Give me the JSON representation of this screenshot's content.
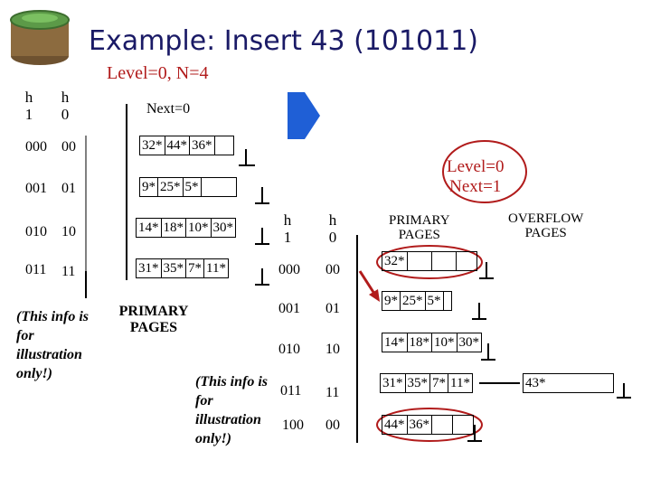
{
  "title": "Example: Insert 43  (101011)",
  "subtitle": "Level=0, N=4",
  "colors": {
    "title": "#1a1a66",
    "accent": "#b11b1b",
    "arrow": "#1f5fd6",
    "icon": "#4f8a3c"
  },
  "left": {
    "header_h1": "h\n1",
    "header_h0": "h\n0",
    "next_label": "Next=0",
    "rows": [
      {
        "h1": "000",
        "h0": "00",
        "bucket": [
          "32*",
          "44*",
          "36*",
          ""
        ]
      },
      {
        "h1": "001",
        "h0": "01",
        "bucket": [
          "9*",
          "25*",
          "5*",
          ""
        ]
      },
      {
        "h1": "010",
        "h0": "10",
        "bucket": [
          "14*",
          "18*",
          "10*",
          "30*"
        ]
      },
      {
        "h1": "011",
        "h0": "11",
        "bucket": [
          "31*",
          "35*",
          "7*",
          "11*"
        ]
      }
    ],
    "note": "(This info is for illustration only!)",
    "primary_pages": "PRIMARY PAGES"
  },
  "right": {
    "status": "Level=0\nNext=1",
    "header_h1": "h\n1",
    "header_h0": "h\n0",
    "primary_pages": "PRIMARY\nPAGES",
    "overflow_pages": "OVERFLOW\nPAGES",
    "note": "(This info is for illustration only!)",
    "rows": [
      {
        "h1": "000",
        "h0": "00",
        "bucket": [
          "32*",
          "",
          "",
          ""
        ]
      },
      {
        "h1": "001",
        "h0": "01",
        "bucket": [
          "9*",
          "25*",
          "5*",
          ""
        ]
      },
      {
        "h1": "010",
        "h0": "10",
        "bucket": [
          "14*",
          "18*",
          "10*",
          "30*"
        ]
      },
      {
        "h1": "011",
        "h0": "11",
        "bucket": [
          "31*",
          "35*",
          "7*",
          "11*"
        ],
        "overflow": "43*"
      },
      {
        "h1": "100",
        "h0": "00",
        "bucket": [
          "44*",
          "36*",
          "",
          ""
        ]
      }
    ]
  }
}
